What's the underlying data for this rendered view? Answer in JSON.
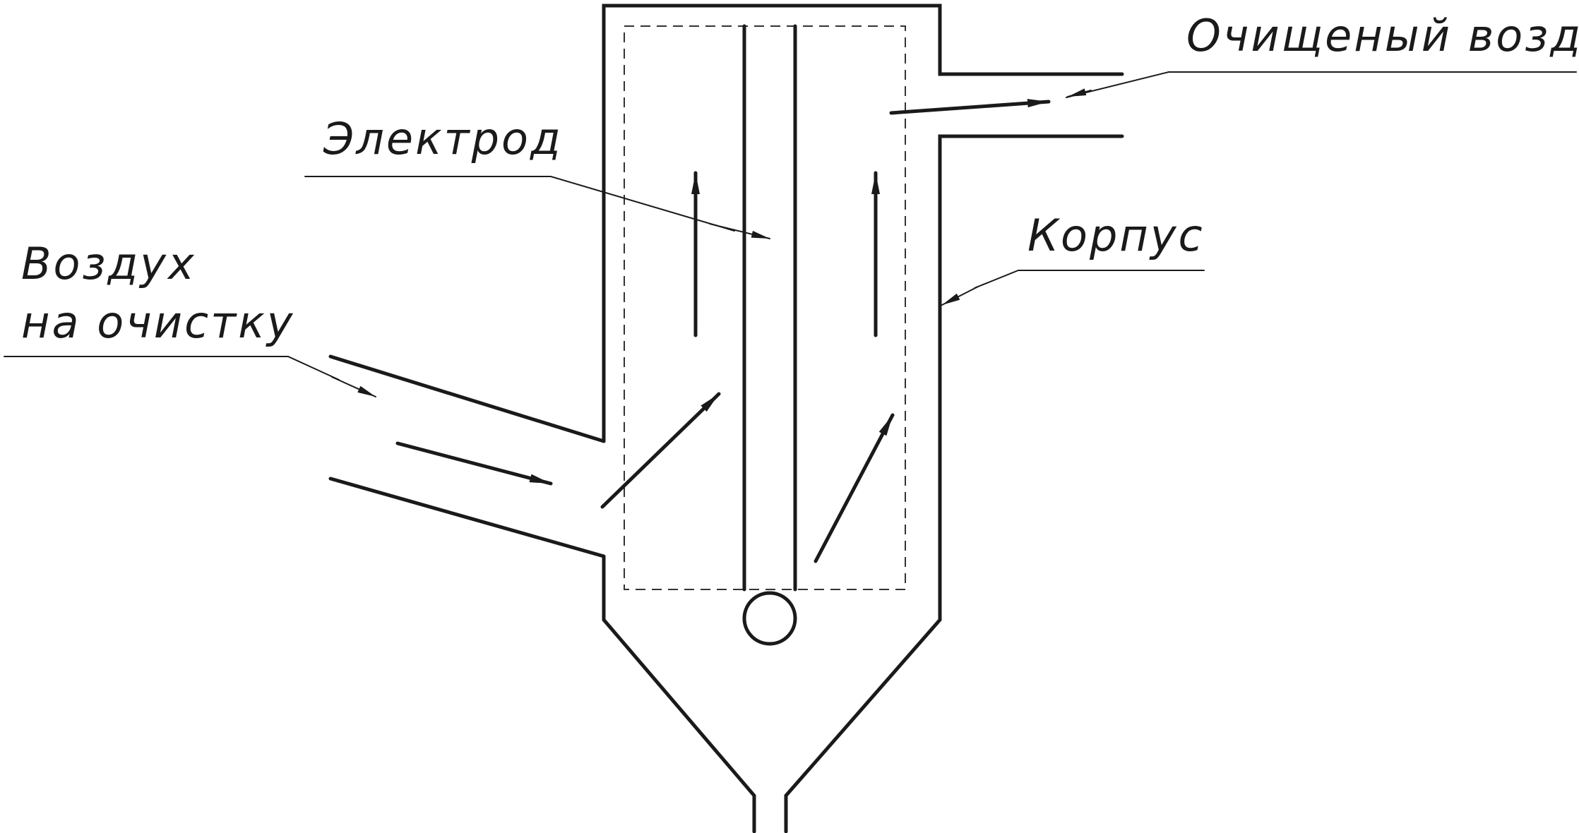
{
  "labels": {
    "clean_air": "Очищеный воздух",
    "electrode": "Электрод",
    "housing": "Корпус",
    "inlet_line1": "Воздух",
    "inlet_line2": "на очистку"
  },
  "colors": {
    "ink": "#1a1a1a",
    "background": "#ffffff"
  }
}
